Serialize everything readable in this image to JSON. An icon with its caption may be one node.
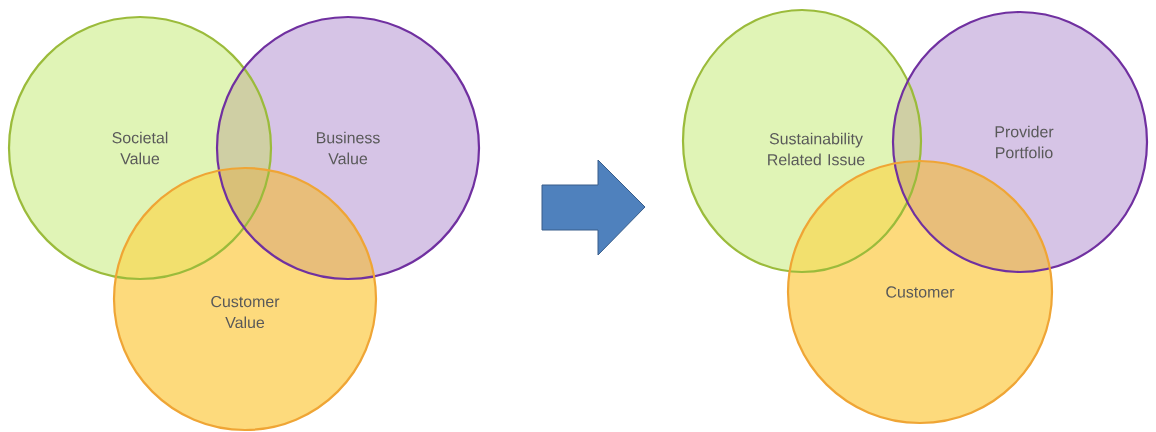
{
  "diagram": {
    "nodes": [
      {
        "text": [
          "Societal Value"
        ]
      },
      {
        "text": [
          "Business Value"
        ]
      },
      {
        "text": [
          "Customer Value"
        ]
      },
      {
        "text": [
          "Sustainability Related Issue"
        ]
      },
      {
        "text": [
          "Provider Portfolio"
        ]
      },
      {
        "text": [
          "Customer"
        ]
      }
    ]
  }
}
